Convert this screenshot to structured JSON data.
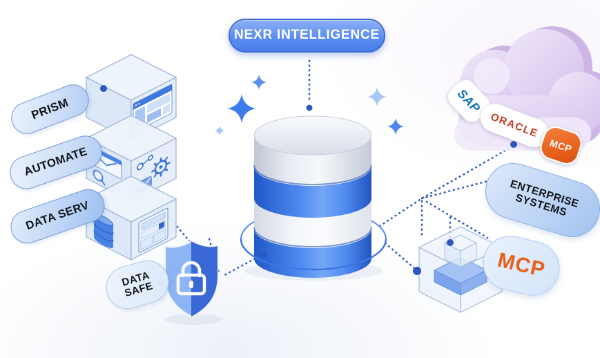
{
  "hub": {
    "label": "NEXR INTELLIGENCE"
  },
  "left_modules": [
    {
      "label": "PRISM",
      "icon": "dashboard-cube-icon"
    },
    {
      "label": "AUTOMATE",
      "icon": "automation-cube-icon"
    },
    {
      "label": "DATA SERV",
      "icon": "database-server-cube-icon"
    }
  ],
  "security": {
    "line1": "DATA",
    "line2": "SAFE",
    "icon": "shield-lock-icon"
  },
  "cloud": {
    "icon": "cloud-icon",
    "vendors": [
      {
        "label": "SAP",
        "text_color": "#1273b8",
        "badge_color": "#ffffff"
      },
      {
        "label": "ORACLE",
        "text_color": "#c63b22",
        "badge_color": "#ffffff"
      },
      {
        "label": "MCP",
        "text_color": "#ffffff",
        "badge_color": "#e8611c"
      }
    ]
  },
  "enterprise": {
    "line1": "ENTERPRISE",
    "line2": "SYSTEMS"
  },
  "mcp_pill": {
    "label": "MCP",
    "text_color": "#e8611c"
  },
  "center": {
    "icon": "database-icon",
    "ring_icon": "orbit-ring-icon"
  },
  "sandbox": {
    "icon": "open-box-cube-icon"
  },
  "decorations": {
    "sparkle_icon": "sparkle-icon",
    "sparkle_count": 5
  },
  "colors": {
    "hub_blue": "#5d8ef0",
    "accent_blue": "#3b7ae8",
    "connector_dot_blue": "#2a57c0",
    "pill_light_blue": "#d7e6fa",
    "cloud_lavender": "#ddcdf0",
    "orange": "#e8611c",
    "database_band_blue": "#3575e0",
    "shield_blue_dark": "#3a68d4",
    "shield_blue_light": "#8db4f4"
  }
}
